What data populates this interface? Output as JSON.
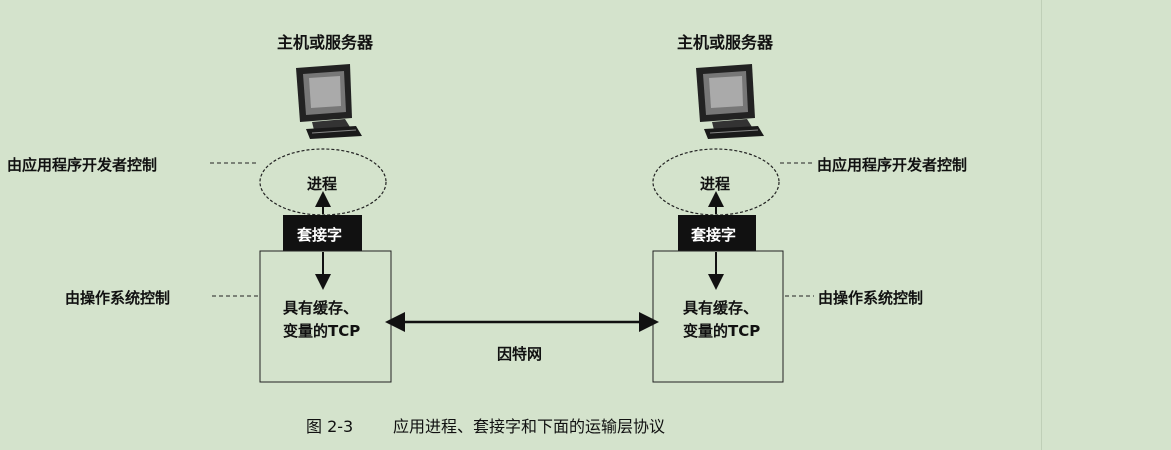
{
  "left_host": {
    "title": "主机或服务器",
    "process": "进程",
    "socket": "套接字",
    "tcp_line1": "具有缓存、",
    "tcp_line2": "变量的TCP"
  },
  "right_host": {
    "title": "主机或服务器",
    "process": "进程",
    "socket": "套接字",
    "tcp_line1": "具有缓存、",
    "tcp_line2": "变量的TCP"
  },
  "annotations": {
    "left_app_control": "由应用程序开发者控制",
    "left_os_control": "由操作系统控制",
    "right_app_control": "由应用程序开发者控制",
    "right_os_control": "由操作系统控制"
  },
  "network_label": "因特网",
  "caption": {
    "number": "图 2-3",
    "text": "应用进程、套接字和下面的运输层协议"
  }
}
